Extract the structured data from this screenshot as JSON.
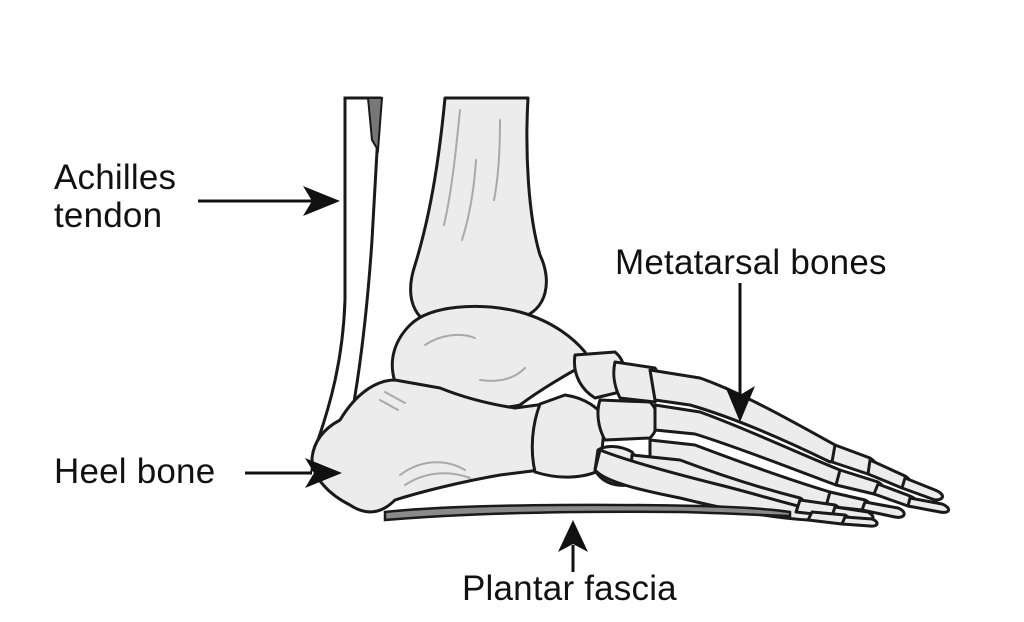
{
  "labels": {
    "achilles_line1": "Achilles",
    "achilles_line2": "tendon",
    "metatarsal": "Metatarsal bones",
    "heel": "Heel bone",
    "plantar": "Plantar fascia"
  },
  "colors": {
    "bone_fill": "#ececec",
    "outline": "#1a1a1a",
    "shading": "#a9a9a9",
    "fascia": "#8a8a8a"
  }
}
